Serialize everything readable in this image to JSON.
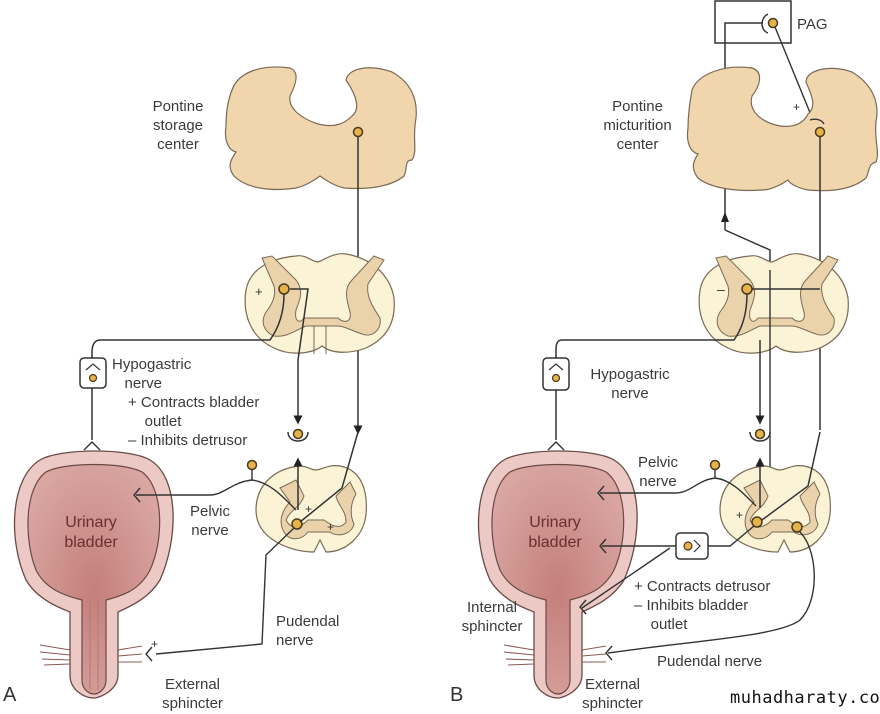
{
  "colors": {
    "brain": "#f0d5ad",
    "cord_white": "#fbf3d6",
    "cord_grey": "#ead2aa",
    "bladder_wall": "#ecc9c4",
    "bladder_lumen": "#c98a85",
    "neuron": "#e6b34a",
    "line": "#333333"
  },
  "panel_a": {
    "letter": "A",
    "pontine_label": "Pontine\nstorage\ncenter",
    "hypogastric_label": "Hypogastric\n   nerve",
    "hypogastric_effects": "+ Contracts bladder\n    outlet\n– Inhibits detrusor",
    "bladder_label": "Urinary\nbladder",
    "pelvic_label": "Pelvic\nnerve",
    "pudendal_label": "Pudendal\nnerve",
    "external_sphincter_label": "External\nsphincter",
    "signs": [
      "+",
      "+",
      "+",
      "+"
    ]
  },
  "panel_b": {
    "letter": "B",
    "pag_label": "PAG",
    "pontine_label": "Pontine\nmicturition\ncenter",
    "hypogastric_label": "Hypogastric\nnerve",
    "bladder_label": "Urinary\nbladder",
    "pelvic_label": "Pelvic\nnerve",
    "pelvic_effects": "+ Contracts detrusor\n– Inhibits bladder\n    outlet",
    "internal_sphincter_label": "Internal\nsphincter",
    "pudendal_label": "Pudendal nerve",
    "external_sphincter_label": "External\nsphincter",
    "signs": [
      "+",
      "–",
      "+"
    ]
  },
  "watermark": "muhadharaty.com"
}
